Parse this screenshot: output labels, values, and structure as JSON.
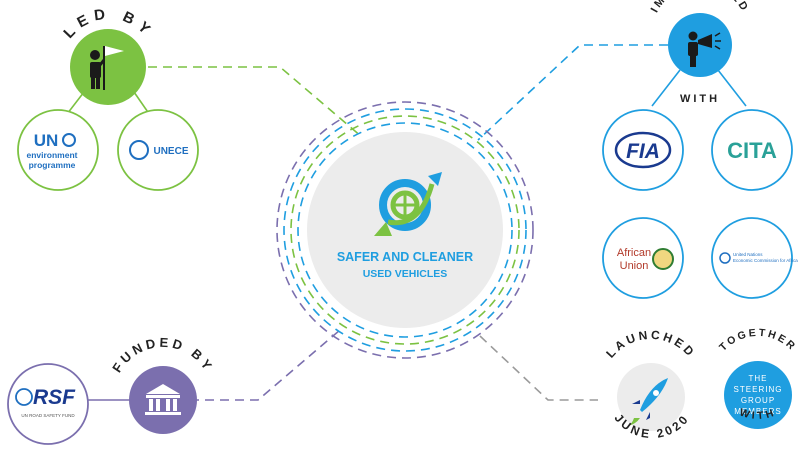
{
  "center": {
    "title_line1": "SAFER AND CLEANER",
    "title_line2": "USED VEHICLES"
  },
  "led_by": {
    "label": "LED BY",
    "partners": [
      {
        "line1": "UN",
        "line2": "environment",
        "line3": "programme"
      },
      {
        "name": "UNECE"
      }
    ]
  },
  "implemented_with": {
    "label_top": "IMPLEMENTED",
    "label_bottom": "WITH",
    "partners": [
      {
        "name": "FIA"
      },
      {
        "name": "CITA"
      },
      {
        "line1": "African",
        "line2": "Union"
      },
      {
        "line1": "United Nations",
        "line2": "Economic Commission for Africa"
      }
    ]
  },
  "funded_by": {
    "label": "FUNDED BY",
    "partner": {
      "name": "RSF",
      "subtitle": "UN ROAD SAFETY FUND"
    }
  },
  "launched": {
    "label_top": "LAUNCHED",
    "label_bottom": "JUNE 2020"
  },
  "together": {
    "label_top": "TOGETHER",
    "label_bottom": "WITH",
    "body_line1": "THE",
    "body_line2": "STEERING",
    "body_line3": "GROUP",
    "body_line4": "MEMBERS"
  },
  "colors": {
    "green": "#7cc242",
    "blue": "#1f9ee0",
    "purple": "#7b6fae",
    "navy": "#1a3a8f",
    "teal": "#2aa198",
    "grey_circle": "#ececec"
  }
}
